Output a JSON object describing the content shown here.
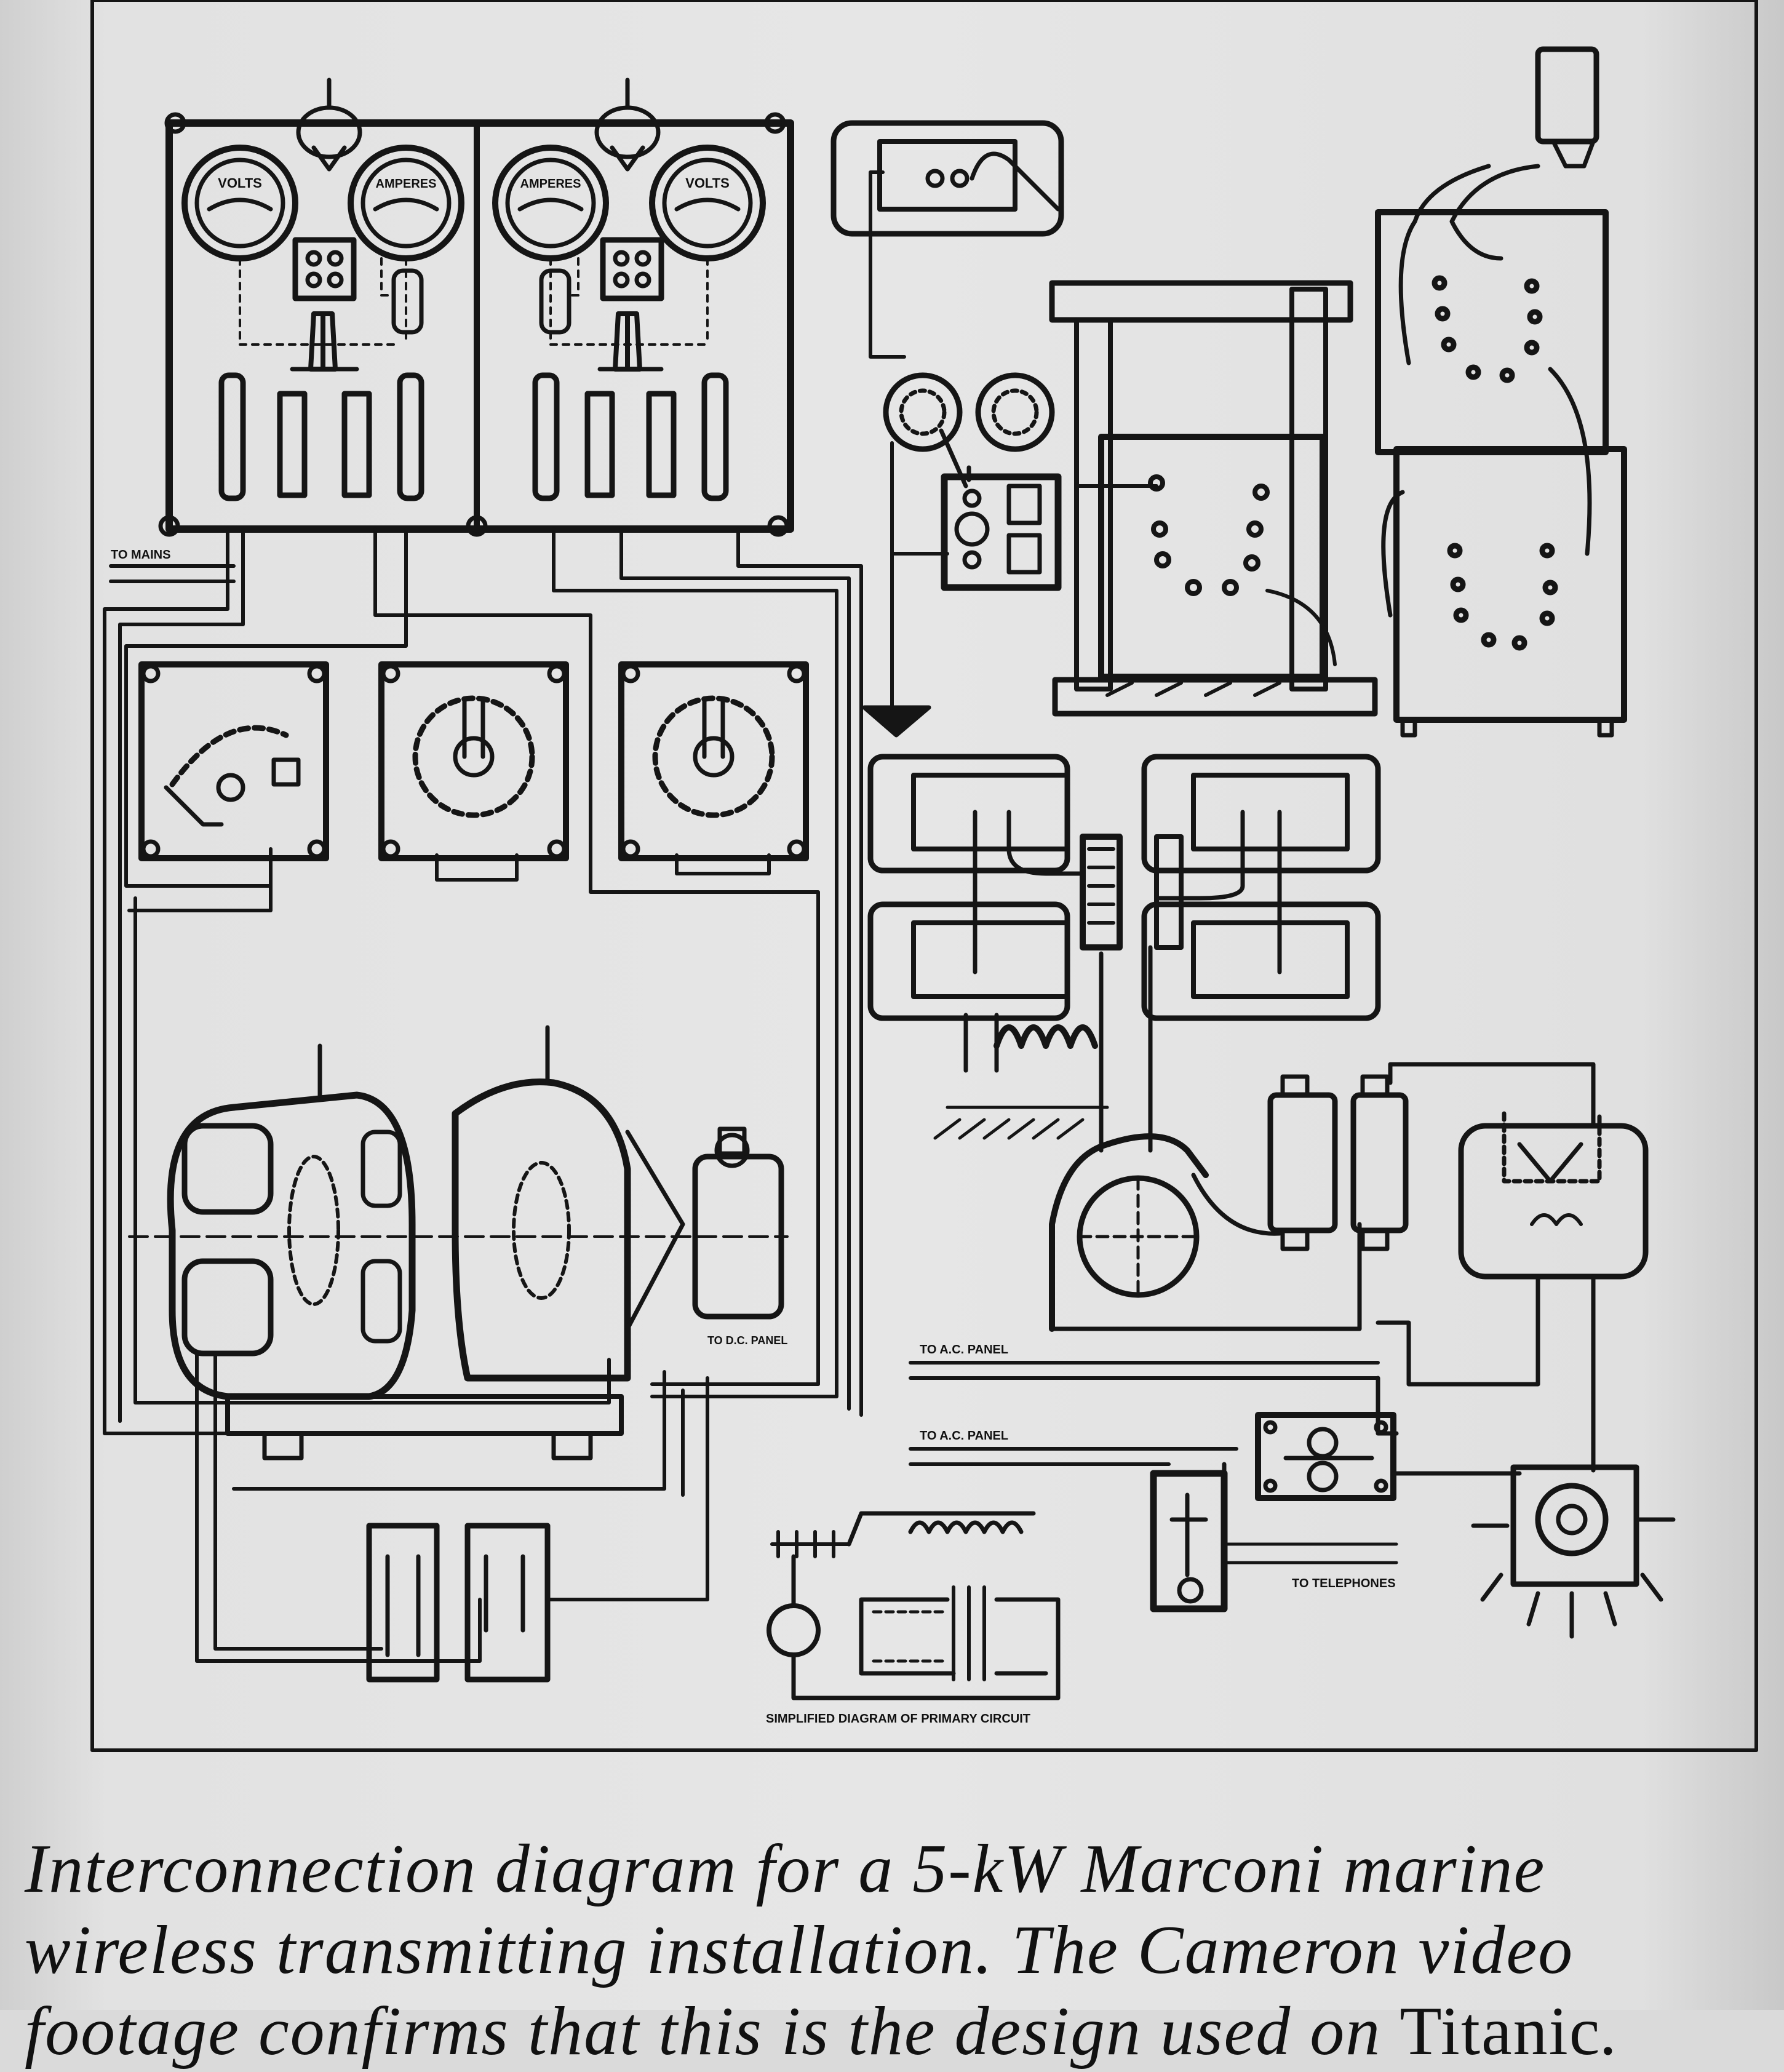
{
  "diagram": {
    "meter_labels": [
      "VOLTS",
      "AMPERES",
      "AMPERES",
      "VOLTS"
    ],
    "wire_labels": {
      "to_mains": "TO MAINS",
      "to_ac_panel_1": "TO A.C. PANEL",
      "to_ac_panel_2": "TO A.C. PANEL",
      "to_telephones": "TO TELEPHONES",
      "to_dc_panel": "TO D.C. PANEL",
      "simplified_diagram": "SIMPLIFIED DIAGRAM OF PRIMARY CIRCUIT"
    }
  },
  "caption": {
    "part1": "Interconnection diagram for a 5-kW Marconi marine wireless transmitting installation. The Cameron video footage confirms that this is the design used on ",
    "ship": "Titanic",
    "end": "."
  }
}
